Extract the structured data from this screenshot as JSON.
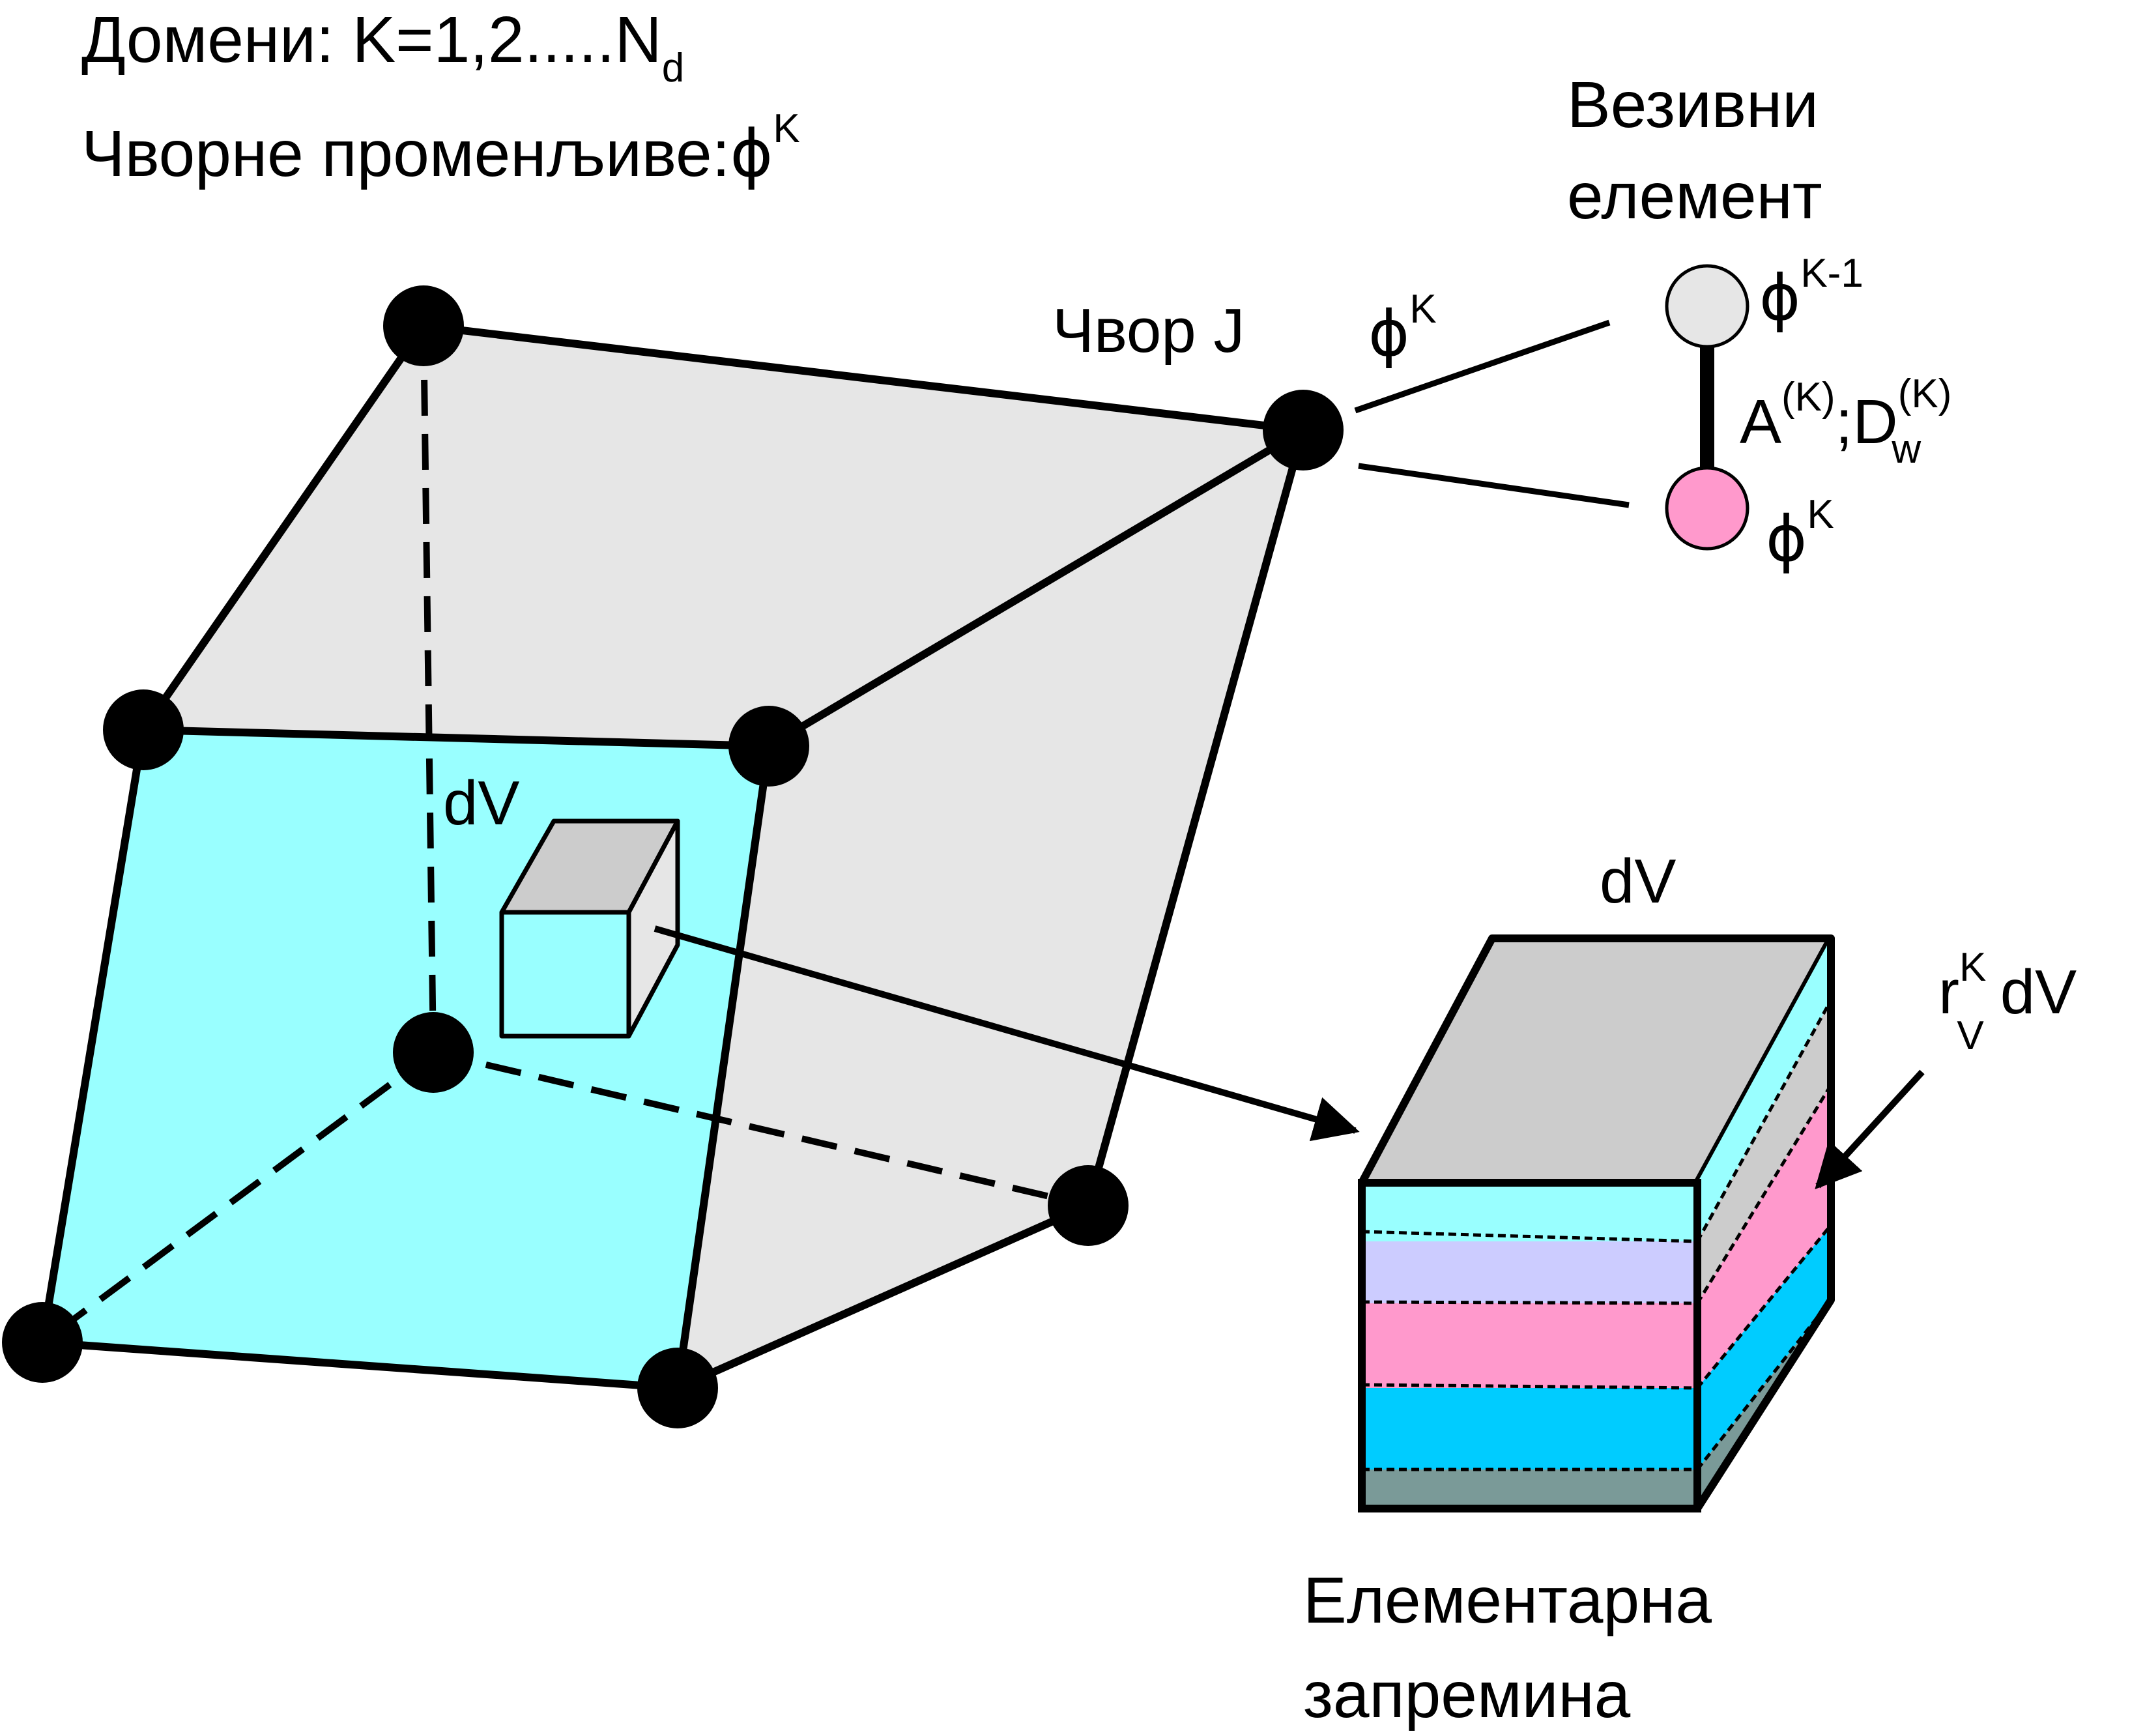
{
  "labels": {
    "domains_prefix": "Домени: K=1,2.....N",
    "domains_sub": "d",
    "node_vars_prefix": "Чворне променљиве:",
    "phi_symbol": "ϕ",
    "k_sup": "K",
    "connecting_line1": "Везивни",
    "connecting_line2": "елемент",
    "node_j": "Чвор J",
    "phi_k_minus_1_sup": "K-1",
    "a_letter": "A",
    "d_letter": "D",
    "k_paren": "(K)",
    "semicolon": ";",
    "w_sub": "w",
    "dv": "dV",
    "r_letter": "r",
    "v_sub": "V",
    "elem_line1": "Елементарна",
    "elem_line2": "запремина"
  },
  "colors": {
    "cyan_face": "#99ffff",
    "gray_face": "#e6e6e6",
    "small_top": "#cccccc",
    "node_top_fill": "#e6e6e6",
    "node_bottom_fill": "#ff99cc",
    "layer_lavender": "#ccccff",
    "layer_pink": "#ff99cc",
    "layer_blue": "#00ccff",
    "layer_gray": "#7a9a98",
    "side_gray": "#cccccc"
  }
}
